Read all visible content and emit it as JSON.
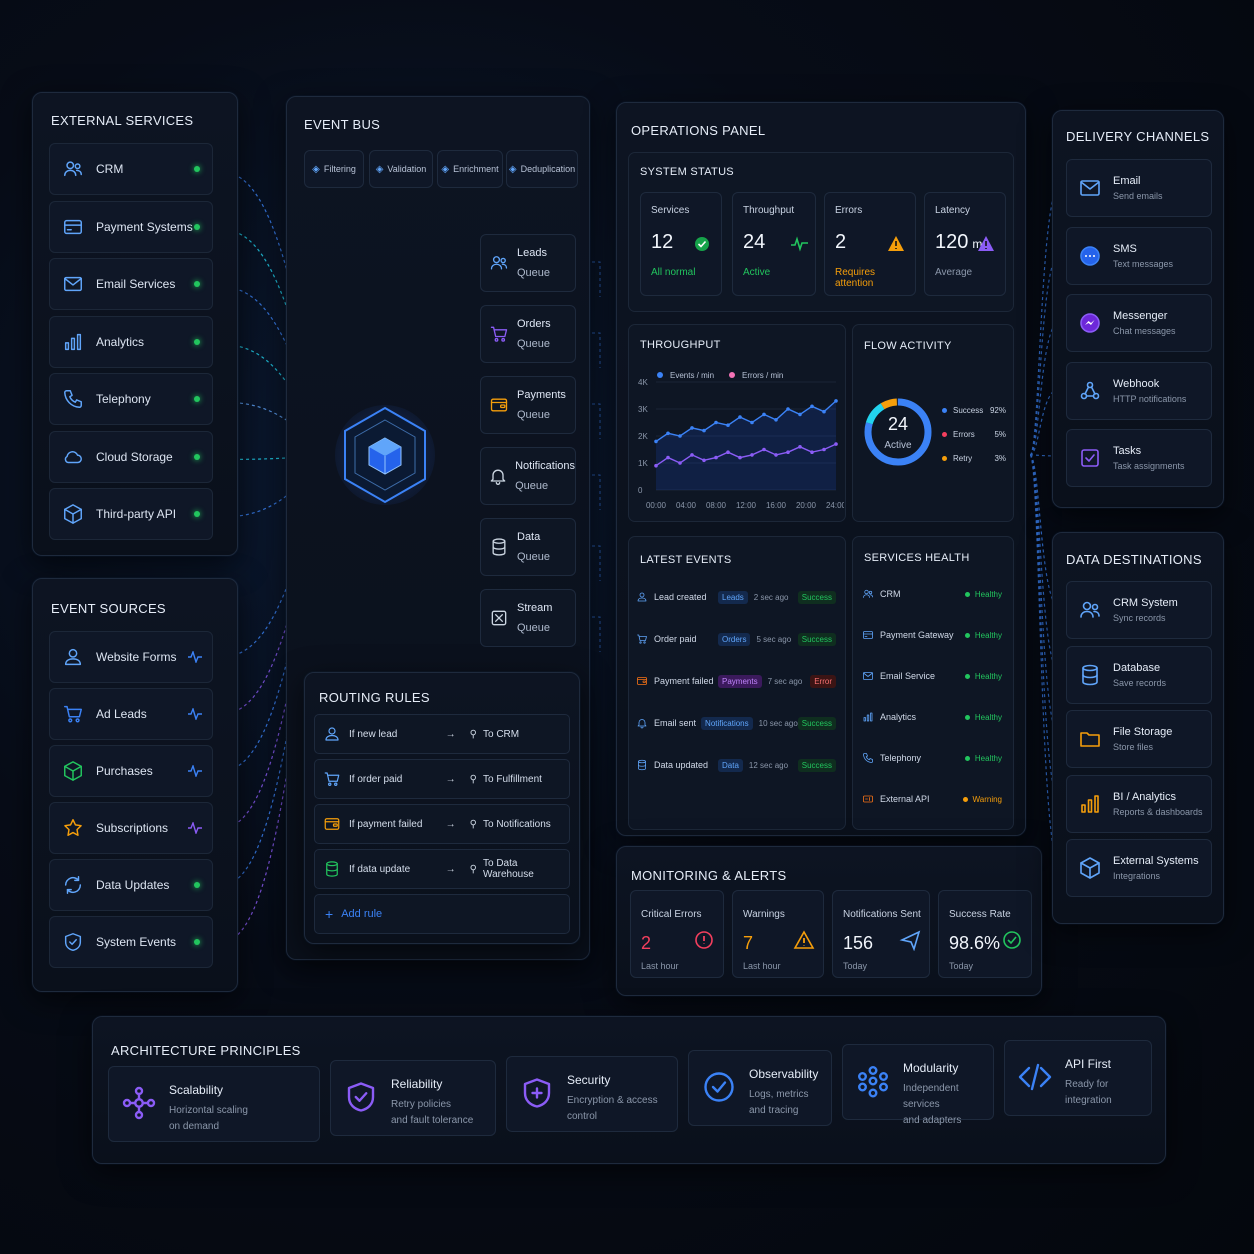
{
  "external_services": {
    "title": "EXTERNAL SERVICES",
    "items": [
      {
        "label": "CRM",
        "icon": "users-icon"
      },
      {
        "label": "Payment Systems",
        "icon": "card-icon"
      },
      {
        "label": "Email Services",
        "icon": "mail-icon"
      },
      {
        "label": "Analytics",
        "icon": "bar-chart-icon"
      },
      {
        "label": "Telephony",
        "icon": "phone-icon"
      },
      {
        "label": "Cloud Storage",
        "icon": "cloud-icon"
      },
      {
        "label": "Third-party API",
        "icon": "cube-icon"
      }
    ]
  },
  "event_sources": {
    "title": "EVENT SOURCES",
    "items": [
      {
        "label": "Website Forms",
        "icon": "user-icon"
      },
      {
        "label": "Ad Leads",
        "icon": "cart-icon"
      },
      {
        "label": "Purchases",
        "icon": "cube-icon"
      },
      {
        "label": "Subscriptions",
        "icon": "star-icon"
      },
      {
        "label": "Data Updates",
        "icon": "refresh-icon"
      },
      {
        "label": "System Events",
        "icon": "shield-icon"
      }
    ]
  },
  "event_bus": {
    "title": "EVENT BUS",
    "chips": [
      "Filtering",
      "Validation",
      "Enrichment",
      "Deduplication"
    ],
    "queues": [
      {
        "name": "Leads",
        "sub": "Queue",
        "icon": "users-icon"
      },
      {
        "name": "Orders",
        "sub": "Queue",
        "icon": "cart-icon"
      },
      {
        "name": "Payments",
        "sub": "Queue",
        "icon": "wallet-icon"
      },
      {
        "name": "Notifications",
        "sub": "Queue",
        "icon": "bell-icon"
      },
      {
        "name": "Data",
        "sub": "Queue",
        "icon": "database-icon"
      },
      {
        "name": "Stream",
        "sub": "Queue",
        "icon": "stream-icon"
      }
    ]
  },
  "routing_rules": {
    "title": "ROUTING RULES",
    "rules": [
      {
        "cond": "If new lead",
        "target": "To CRM"
      },
      {
        "cond": "If order paid",
        "target": "To Fulfillment"
      },
      {
        "cond": "If payment failed",
        "target": "To Notifications"
      },
      {
        "cond": "If data update",
        "target": "To Data Warehouse"
      }
    ],
    "add_label": "Add rule"
  },
  "operations": {
    "title": "OPERATIONS PANEL",
    "system_status": {
      "title": "SYSTEM STATUS",
      "stats": [
        {
          "title": "Services",
          "value": "12",
          "sub": "All normal",
          "color": "#22c55e"
        },
        {
          "title": "Throughput",
          "value": "24",
          "sub": "Active",
          "color": "#22c55e"
        },
        {
          "title": "Errors",
          "value": "2",
          "sub": "Requires attention",
          "color": "#f59e0b"
        },
        {
          "title": "Latency",
          "value": "120",
          "unit": "ms",
          "sub": "Average",
          "color": "#8b97aa"
        }
      ]
    },
    "throughput": {
      "title": "THROUGHPUT",
      "legend": [
        "Events / min",
        "Errors / min"
      ]
    },
    "flow_activity": {
      "title": "FLOW ACTIVITY",
      "center_value": "24",
      "center_label": "Active",
      "legend": [
        {
          "label": "Success",
          "pct": "92%",
          "color": "#3b82f6"
        },
        {
          "label": "Errors",
          "pct": "5%",
          "color": "#f43f5e"
        },
        {
          "label": "Retry",
          "pct": "3%",
          "color": "#f59e0b"
        }
      ]
    },
    "latest_events": {
      "title": "LATEST EVENTS",
      "events": [
        {
          "name": "Lead created",
          "tag": "Leads",
          "time": "2 sec ago",
          "status": "Success",
          "icon": "user-icon"
        },
        {
          "name": "Order paid",
          "tag": "Orders",
          "time": "5 sec ago",
          "status": "Success",
          "icon": "cart-icon"
        },
        {
          "name": "Payment failed",
          "tag": "Payments",
          "time": "7 sec ago",
          "status": "Error",
          "icon": "wallet-icon"
        },
        {
          "name": "Email sent",
          "tag": "Notifications",
          "time": "10 sec ago",
          "status": "Success",
          "icon": "bell-icon"
        },
        {
          "name": "Data updated",
          "tag": "Data",
          "time": "12 sec ago",
          "status": "Success",
          "icon": "database-icon"
        }
      ]
    },
    "services_health": {
      "title": "SERVICES HEALTH",
      "services": [
        {
          "name": "CRM",
          "status": "Healthy",
          "icon": "users-icon"
        },
        {
          "name": "Payment Gateway",
          "status": "Healthy",
          "icon": "card-icon"
        },
        {
          "name": "Email Service",
          "status": "Healthy",
          "icon": "mail-icon"
        },
        {
          "name": "Analytics",
          "status": "Healthy",
          "icon": "bar-chart-icon"
        },
        {
          "name": "Telephony",
          "status": "Healthy",
          "icon": "phone-icon"
        },
        {
          "name": "External API",
          "status": "Warning",
          "icon": "api-icon"
        }
      ]
    }
  },
  "monitoring": {
    "title": "MONITORING & ALERTS",
    "alerts": [
      {
        "title": "Critical Errors",
        "value": "2",
        "sub": "Last hour",
        "color": "#f43f5e"
      },
      {
        "title": "Warnings",
        "value": "7",
        "sub": "Last hour",
        "color": "#f59e0b"
      },
      {
        "title": "Notifications Sent",
        "value": "156",
        "sub": "Today",
        "color": "#f2f6fc"
      },
      {
        "title": "Success Rate",
        "value": "98.6%",
        "sub": "Today",
        "color": "#f2f6fc"
      }
    ]
  },
  "delivery_channels": {
    "title": "DELIVERY CHANNELS",
    "items": [
      {
        "name": "Email",
        "sub": "Send emails",
        "icon": "mail-icon"
      },
      {
        "name": "SMS",
        "sub": "Text messages",
        "icon": "chat-icon"
      },
      {
        "name": "Messenger",
        "sub": "Chat messages",
        "icon": "messenger-icon"
      },
      {
        "name": "Webhook",
        "sub": "HTTP notifications",
        "icon": "webhook-icon"
      },
      {
        "name": "Tasks",
        "sub": "Task assignments",
        "icon": "check-square-icon"
      }
    ]
  },
  "data_destinations": {
    "title": "DATA DESTINATIONS",
    "items": [
      {
        "name": "CRM System",
        "sub": "Sync records",
        "icon": "users-icon"
      },
      {
        "name": "Database",
        "sub": "Save records",
        "icon": "database-icon"
      },
      {
        "name": "File Storage",
        "sub": "Store files",
        "icon": "folder-icon"
      },
      {
        "name": "BI / Analytics",
        "sub": "Reports & dashboards",
        "icon": "bar-chart-icon"
      },
      {
        "name": "External Systems",
        "sub": "Integrations",
        "icon": "cube-icon"
      }
    ]
  },
  "principles": {
    "title": "ARCHITECTURE PRINCIPLES",
    "items": [
      {
        "name": "Scalability",
        "desc": [
          "Horizontal scaling",
          "on demand"
        ],
        "icon": "nodes-icon"
      },
      {
        "name": "Reliability",
        "desc": [
          "Retry policies",
          "and fault tolerance"
        ],
        "icon": "shield-check-icon"
      },
      {
        "name": "Security",
        "desc": [
          "Encryption & access",
          "control"
        ],
        "icon": "shield-plus-icon"
      },
      {
        "name": "Observability",
        "desc": [
          "Logs, metrics",
          "and tracing"
        ],
        "icon": "check-circle-icon"
      },
      {
        "name": "Modularity",
        "desc": [
          "Independent services",
          "and adapters"
        ],
        "icon": "modules-icon"
      },
      {
        "name": "API First",
        "desc": [
          "Ready for",
          "integration"
        ],
        "icon": "code-icon"
      }
    ]
  },
  "chart_data": {
    "type": "line",
    "title": "THROUGHPUT",
    "x": [
      "00:00",
      "04:00",
      "08:00",
      "12:00",
      "16:00",
      "20:00",
      "24:00"
    ],
    "y_ticks": [
      "0",
      "1K",
      "2K",
      "3K",
      "4K"
    ],
    "ylim": [
      0,
      4000
    ],
    "series": [
      {
        "name": "Events / min",
        "color": "#3b82f6",
        "values": [
          1800,
          2100,
          2000,
          2300,
          2200,
          2500,
          2400,
          2700,
          2500,
          2800,
          2600,
          3000,
          2800,
          3100,
          2900,
          3300
        ]
      },
      {
        "name": "Errors / min",
        "color": "#8b5cf6",
        "values": [
          900,
          1200,
          1000,
          1300,
          1100,
          1200,
          1400,
          1200,
          1300,
          1500,
          1300,
          1400,
          1600,
          1400,
          1500,
          1700
        ]
      }
    ]
  }
}
